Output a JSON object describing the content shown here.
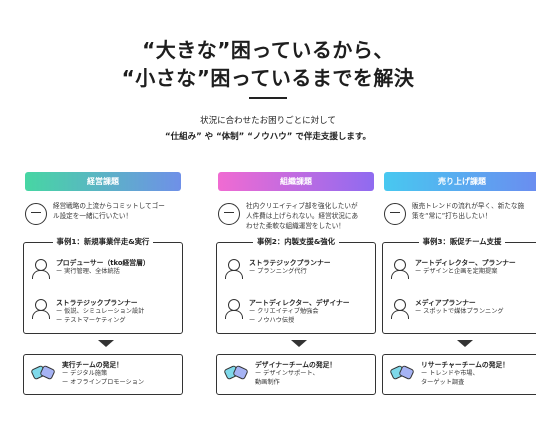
{
  "headline": {
    "line1": "“大きな”困っているから、",
    "line2": "“小さな”困っているまでを解決"
  },
  "lead": {
    "line1": "状況に合わせたお困りごとに対して",
    "line2": "“仕組み” や “体制” “ノウハウ” で伴走支援します。"
  },
  "columns": [
    {
      "header": "経営課題",
      "intro": [
        "経営戦略の上流からコミットしてゴー",
        "ル設定を一緒に行いたい！"
      ],
      "case_title": "事例1：新規事業伴走&実行",
      "members": [
        {
          "role": "プロデューサー（tko経営層）",
          "desc": [
            "ー 実行管理、全体統括"
          ]
        },
        {
          "role": "ストラテジックプランナー",
          "desc": [
            "ー 仮説、シミュレーション設計",
            "ー テストマーケティング"
          ]
        }
      ],
      "result_title": "実行チームの発足！",
      "result_desc": [
        "ー デジタル施策",
        "ー オフラインプロモーション"
      ]
    },
    {
      "header": "組織課題",
      "intro": [
        "社内クリエイティブ部を強化したいが",
        "人件費は上げられない。経営状況にあ",
        "わせた柔軟な組織運営をしたい！"
      ],
      "case_title": "事例2：内製支援&強化",
      "members": [
        {
          "role": "ストラテジックプランナー",
          "desc": [
            "ー プランニング代行"
          ]
        },
        {
          "role": "アートディレクター、デザイナー",
          "desc": [
            "ー クリエイティブ勉強会",
            "ー ノウハウ伝授"
          ]
        }
      ],
      "result_title": "デザイナーチームの発足！",
      "result_desc": [
        "ー デザインサポート、",
        "動画制作"
      ]
    },
    {
      "header": "売り上げ課題",
      "intro": [
        "販売トレンドの流れが早く、新たな施",
        "策を“常に”打ち出したい！"
      ],
      "case_title": "事例3：販促チーム支援",
      "members": [
        {
          "role": "アートディレクター、プランナー",
          "desc": [
            "ー デザインと企画を定期提案"
          ]
        },
        {
          "role": "メディアプランナー",
          "desc": [
            "ー スポットで媒体プランニング"
          ]
        }
      ],
      "result_title": "リサーチャーチームの発足！",
      "result_desc": [
        "ー トレンドや市場、",
        "ターゲット調査"
      ]
    }
  ]
}
